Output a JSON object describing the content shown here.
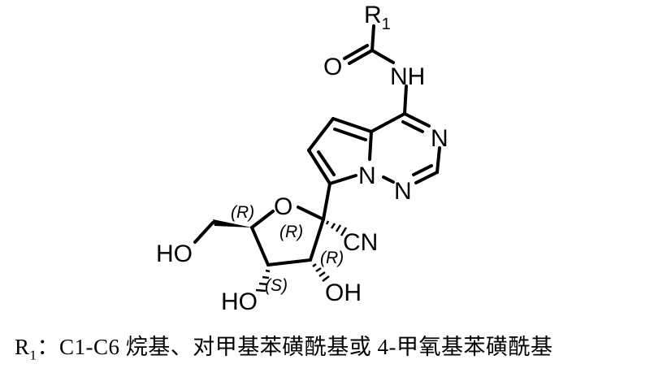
{
  "structure": {
    "labels": {
      "r_group": "R",
      "r_group_sub": "1",
      "carbonyl_o": "O",
      "amide_nh": "NH",
      "triazine_n_top": "N",
      "triazine_n_bridge": "N",
      "triazine_n_bottom": "N",
      "ring_o": "O",
      "cyano": "CN",
      "ho_left": "HO",
      "ho_bottom": "HO",
      "oh_right": "OH"
    },
    "stereo": {
      "c4": "(R)",
      "c1": "(R)",
      "c2": "(R)",
      "c3": "(S)"
    }
  },
  "caption": {
    "label": "R",
    "label_sub": "1",
    "separator": "：",
    "text": "C1-C6 烷基、对甲基苯磺酰基或 4-甲氧基苯磺酰基"
  }
}
